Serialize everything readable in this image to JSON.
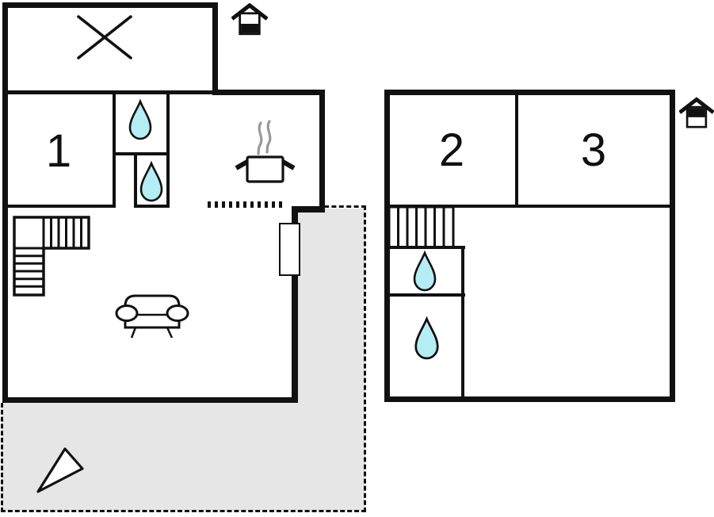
{
  "plan": {
    "type": "holiday-home floor plan",
    "colors": {
      "wall": "#111111",
      "water_drop": "#b5edf4",
      "terrace": "#e6e6e6",
      "steam": "#999999"
    },
    "ground_floor": {
      "name": "ground-floor-unit",
      "room_labels": {
        "room1": "1"
      },
      "level_indicator": "house-icon-lower-half-filled",
      "features": [
        "excluded-area-x-mark",
        "bathroom-water-drop",
        "bathroom-water-drop",
        "kitchen-stove-pot-with-steam",
        "l-shaped-stairs",
        "sofa",
        "door-opening",
        "dotted-counter-line",
        "terrace-dashed-area",
        "north-arrow"
      ]
    },
    "upper_floor": {
      "name": "upper-floor-unit",
      "room_labels": {
        "room2": "2",
        "room3": "3"
      },
      "level_indicator": "house-icon-upper-half-filled",
      "features": [
        "straight-stairs",
        "bathroom-water-drop",
        "bathroom-water-drop"
      ]
    }
  }
}
